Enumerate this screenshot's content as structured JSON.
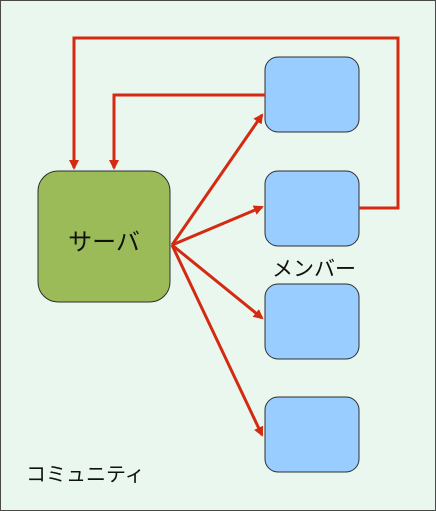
{
  "server": {
    "label": "サーバ",
    "fill": "#9bbb59",
    "stroke": "#2e2e2e"
  },
  "members": {
    "label": "メンバー",
    "fill": "#99ccff",
    "stroke": "#2e2e2e",
    "count": 4
  },
  "community": {
    "label": "コミュニティ",
    "background": "#eaf7ee"
  },
  "connector_color": "#d42a12"
}
